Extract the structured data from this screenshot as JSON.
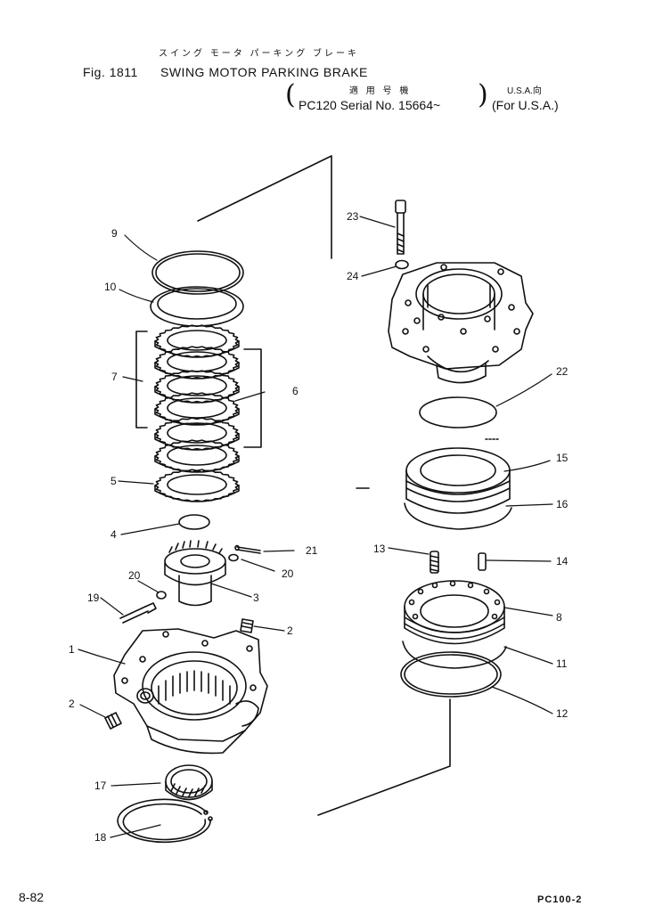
{
  "header": {
    "kana_title": "スイング モータ パーキング ブレーキ",
    "fig_label": "Fig. 1811",
    "title": "SWING MOTOR PARKING BRAKE",
    "applicable_kanji": "適 用 号 機",
    "serial": "PC120 Serial No. 15664~",
    "usa_kanji": "U.S.A.向",
    "usa_label": "(For U.S.A.)"
  },
  "callouts": [
    "1",
    "2",
    "2",
    "3",
    "4",
    "5",
    "6",
    "7",
    "8",
    "9",
    "10",
    "11",
    "12",
    "13",
    "14",
    "15",
    "16",
    "17",
    "18",
    "19",
    "20",
    "20",
    "21",
    "22",
    "23",
    "24"
  ],
  "footer": {
    "page_number": "8-82",
    "model": "PC100-2"
  }
}
